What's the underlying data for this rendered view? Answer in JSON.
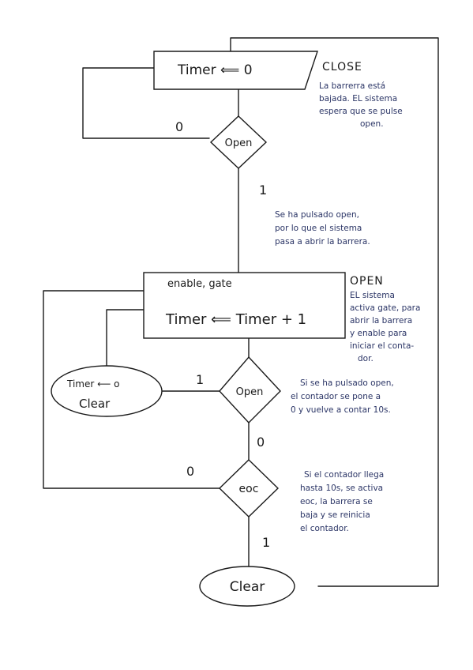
{
  "states": {
    "close": {
      "action": "Timer ⟸ 0",
      "title": "CLOSE",
      "note": [
        "La barrerra está",
        "bajada. EL sistema",
        "espera que se pulse",
        "open."
      ]
    },
    "open": {
      "action_top": "enable, gate",
      "action_main": "Timer ⟸ Timer + 1",
      "title": "OPEN",
      "note": [
        "EL sistema",
        "activa gate, para",
        "abrir la barrera",
        "y enable para",
        "iniciar el conta-",
        "dor."
      ]
    }
  },
  "decisions": {
    "open1": "Open",
    "open2": "Open",
    "eoc": "eoc"
  },
  "ovals": {
    "timer_clear": [
      "Timer ⟵ o",
      "Clear"
    ],
    "clear": "Clear"
  },
  "edge_labels": {
    "open1_zero": "0",
    "open1_one": "1",
    "open2_one": "1",
    "open2_zero": "0",
    "eoc_zero": "0",
    "eoc_one": "1"
  },
  "notes": {
    "pressed_open": [
      "Se ha pulsado open,",
      "por lo que el sistema",
      "pasa a abrir la barrera."
    ],
    "restart": [
      "Si se ha pulsado open,",
      "el contador se pone a",
      "0 y vuelve a contar 10s."
    ],
    "eoc_reached": [
      "Si el contador llega",
      "hasta 10s, se activa",
      "eoc, la barrera se",
      "baja y se reinicia",
      "el contador."
    ]
  }
}
